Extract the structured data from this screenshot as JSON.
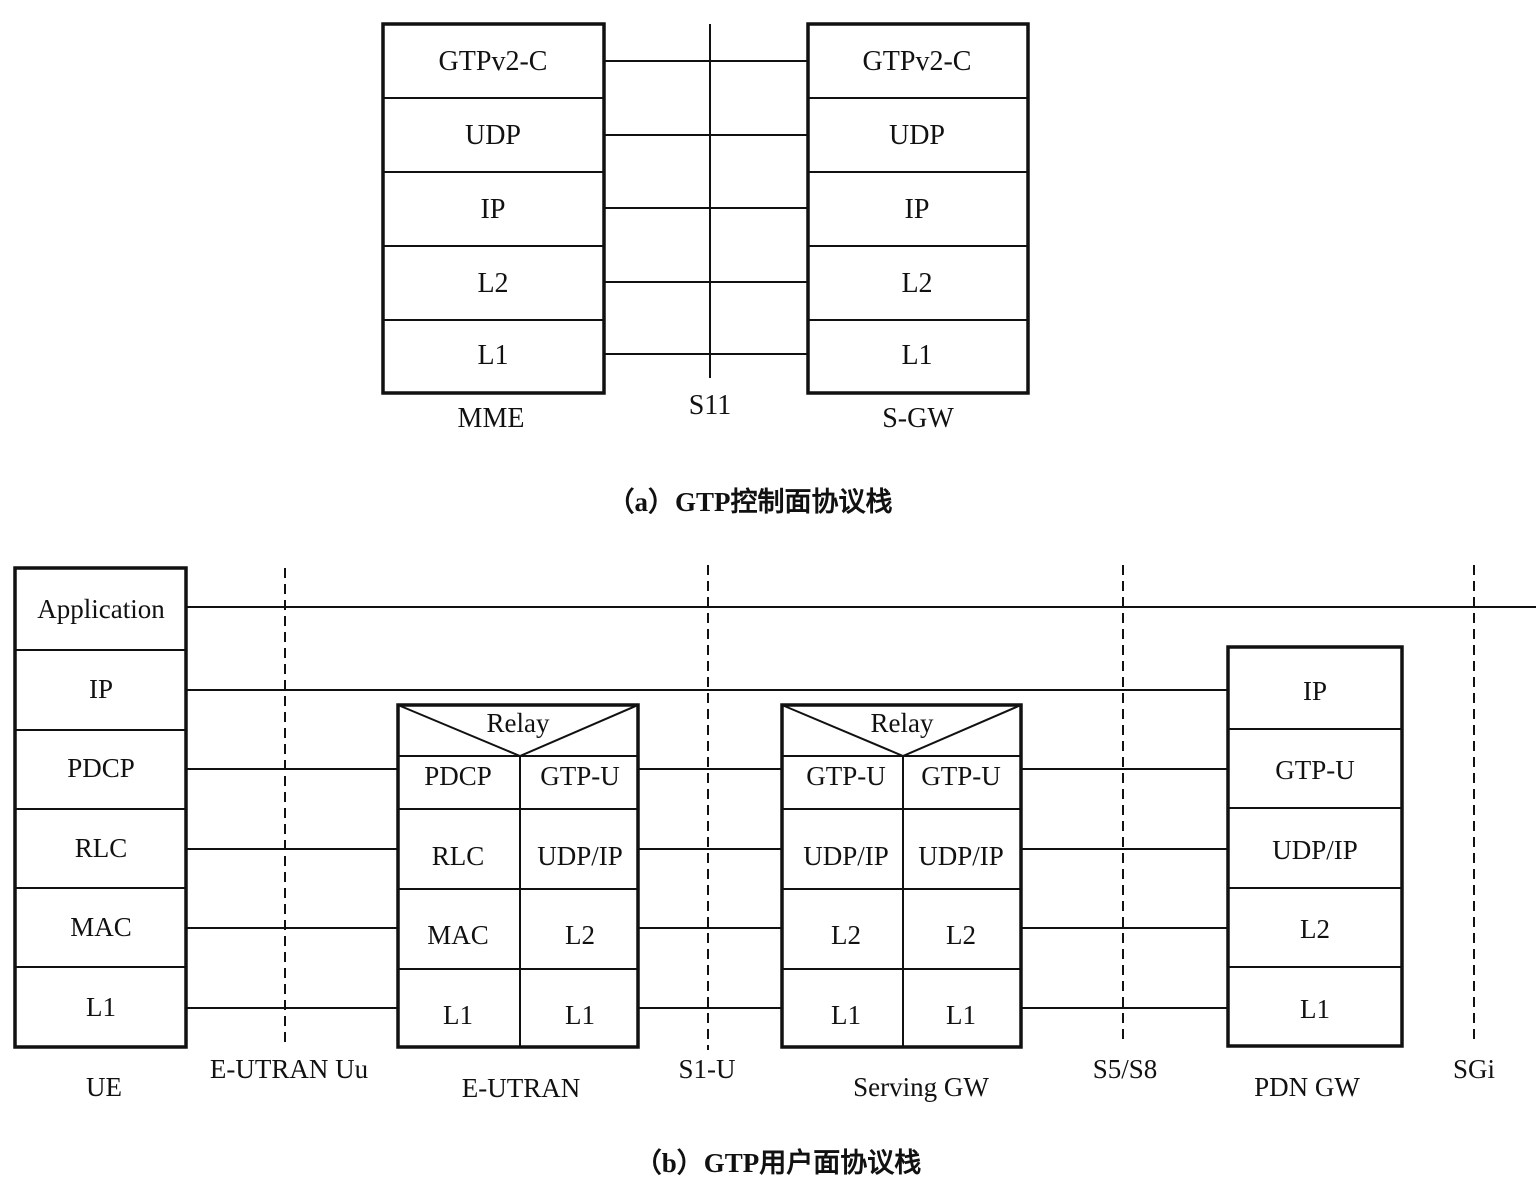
{
  "diagram_a": {
    "caption": "（a）GTP控制面协议栈",
    "left_node": {
      "name": "MME",
      "layers": [
        "GTPv2-C",
        "UDP",
        "IP",
        "L2",
        "L1"
      ]
    },
    "right_node": {
      "name": "S-GW",
      "layers": [
        "GTPv2-C",
        "UDP",
        "IP",
        "L2",
        "L1"
      ]
    },
    "interface": "S11"
  },
  "diagram_b": {
    "caption": "（b）GTP用户面协议栈",
    "ue": {
      "name": "UE",
      "layers": [
        "Application",
        "IP",
        "PDCP",
        "RLC",
        "MAC",
        "L1"
      ]
    },
    "eutran": {
      "name": "E-UTRAN",
      "relay": "Relay",
      "left_layers": [
        "PDCP",
        "RLC",
        "MAC",
        "L1"
      ],
      "right_layers": [
        "GTP-U",
        "UDP/IP",
        "L2",
        "L1"
      ]
    },
    "sgw": {
      "name": "Serving GW",
      "relay": "Relay",
      "left_layers": [
        "GTP-U",
        "UDP/IP",
        "L2",
        "L1"
      ],
      "right_layers": [
        "GTP-U",
        "UDP/IP",
        "L2",
        "L1"
      ]
    },
    "pgw": {
      "name": "PDN GW",
      "layers": [
        "IP",
        "GTP-U",
        "UDP/IP",
        "L2",
        "L1"
      ]
    },
    "interfaces": [
      "E-UTRAN Uu",
      "S1-U",
      "S5/S8",
      "SGi"
    ]
  }
}
